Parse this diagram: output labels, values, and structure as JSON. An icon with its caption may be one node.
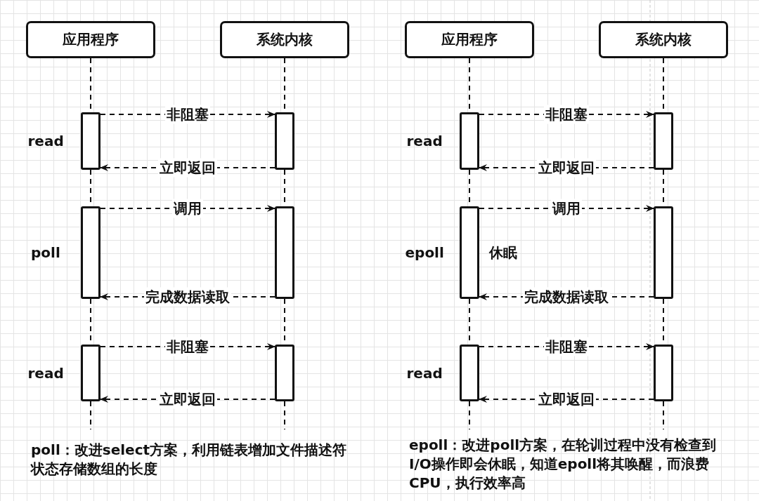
{
  "diagram": {
    "nodes": [
      {
        "text": [
          "应用程序"
        ]
      },
      {
        "text": [
          "系统内核"
        ]
      },
      {
        "text": [],
        "shape": "box",
        "beside": [
          "read"
        ]
      },
      {
        "text": [],
        "shape": "box"
      },
      {
        "text": [],
        "shape": "box",
        "beside": [
          "poll"
        ]
      },
      {
        "text": [],
        "shape": "box"
      },
      {
        "text": [],
        "shape": "box",
        "beside": [
          "read"
        ]
      },
      {
        "text": [],
        "shape": "box"
      },
      {
        "text": [
          "应用程序"
        ]
      },
      {
        "text": [
          "系统内核"
        ]
      },
      {
        "text": [],
        "shape": "box",
        "beside": [
          "read"
        ]
      },
      {
        "text": [],
        "shape": "box"
      },
      {
        "text": [],
        "shape": "box",
        "beside": [
          "epoll",
          "休眠"
        ]
      },
      {
        "text": [],
        "shape": "box"
      },
      {
        "text": [],
        "shape": "box",
        "beside": [
          "read"
        ]
      },
      {
        "text": [],
        "shape": "box"
      }
    ],
    "edges": [
      {
        "from": 0,
        "to": 2,
        "arrow": "none",
        "style": "dashed"
      },
      {
        "from": 2,
        "to": 4,
        "arrow": "none",
        "style": "dashed"
      },
      {
        "from": 4,
        "to": 6,
        "arrow": "none",
        "style": "dashed"
      },
      {
        "from": 6,
        "to": null,
        "arrow": "none",
        "style": "dashed"
      },
      {
        "from": 1,
        "to": 3,
        "arrow": "none",
        "style": "dashed"
      },
      {
        "from": 3,
        "to": 5,
        "arrow": "none",
        "style": "dashed"
      },
      {
        "from": 5,
        "to": 7,
        "arrow": "none",
        "style": "dashed"
      },
      {
        "from": 7,
        "to": null,
        "arrow": "none",
        "style": "dashed"
      },
      {
        "from": 2,
        "to": 3,
        "arrow": "to",
        "label": "非阻塞",
        "style": "dashed"
      },
      {
        "from": 3,
        "to": 2,
        "arrow": "to",
        "label": "立即返回",
        "style": "dashed"
      },
      {
        "from": 4,
        "to": 5,
        "arrow": "to",
        "label": "调用",
        "style": "dashed"
      },
      {
        "from": 5,
        "to": 4,
        "arrow": "to",
        "label": "完成数据读取",
        "style": "dashed"
      },
      {
        "from": 6,
        "to": 7,
        "arrow": "to",
        "label": "非阻塞",
        "style": "dashed"
      },
      {
        "from": 7,
        "to": 6,
        "arrow": "to",
        "label": "立即返回",
        "style": "dashed"
      },
      {
        "from": 8,
        "to": 10,
        "arrow": "none",
        "style": "dashed"
      },
      {
        "from": 10,
        "to": 12,
        "arrow": "none",
        "style": "dashed"
      },
      {
        "from": 12,
        "to": 14,
        "arrow": "none",
        "style": "dashed"
      },
      {
        "from": 14,
        "to": null,
        "arrow": "none",
        "style": "dashed"
      },
      {
        "from": 9,
        "to": 11,
        "arrow": "none",
        "style": "dashed"
      },
      {
        "from": 11,
        "to": 13,
        "arrow": "none",
        "style": "dashed"
      },
      {
        "from": 13,
        "to": 15,
        "arrow": "none",
        "style": "dashed"
      },
      {
        "from": 15,
        "to": null,
        "arrow": "none",
        "style": "dashed"
      },
      {
        "from": 10,
        "to": 11,
        "arrow": "to",
        "label": "非阻塞",
        "style": "dashed"
      },
      {
        "from": 11,
        "to": 10,
        "arrow": "to",
        "label": "立即返回",
        "style": "dashed"
      },
      {
        "from": 12,
        "to": 13,
        "arrow": "to",
        "label": "调用",
        "style": "dashed"
      },
      {
        "from": 13,
        "to": 12,
        "arrow": "to",
        "label": "完成数据读取",
        "style": "dashed"
      },
      {
        "from": 14,
        "to": 15,
        "arrow": "to",
        "label": "非阻塞",
        "style": "dashed"
      },
      {
        "from": 15,
        "to": 14,
        "arrow": "to",
        "label": "立即返回",
        "style": "dashed"
      }
    ],
    "labels": [
      "poll：改进select方案，利用链表增加文件描述符状态存储数组的长度",
      "epoll：改进poll方案，在轮训过程中没有检查到I/O操作即会休眠，知道epoll将其唤醒，而浪费CPU，执行效率高"
    ]
  }
}
